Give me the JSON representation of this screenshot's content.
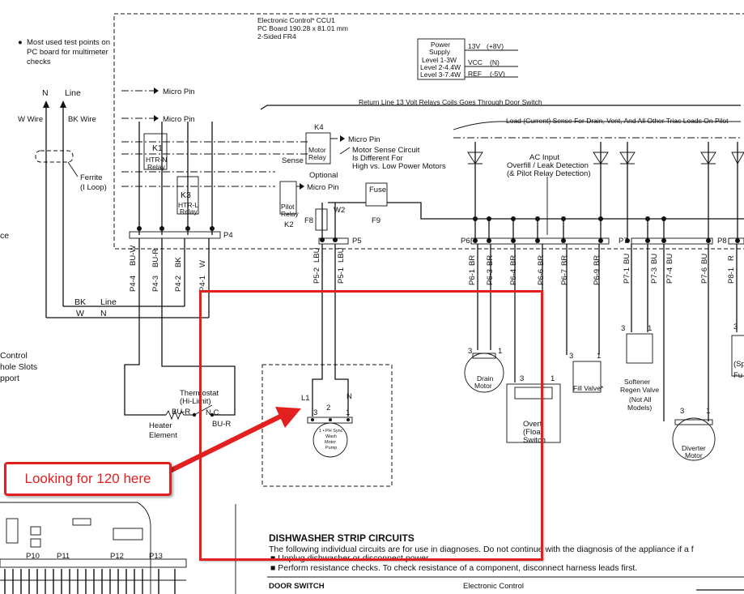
{
  "header_note": {
    "bullet": "●",
    "lines": [
      "Most used test points on",
      "PC board for multimeter",
      "checks"
    ]
  },
  "control_board": {
    "title_lines": [
      "Electronic Control* CCU1",
      "PC Board 190.28 x 81.01 mm",
      "2-Sided FR4"
    ],
    "power_supply": {
      "box_lines": [
        "Power",
        "Supply",
        "Level 1-3W",
        "Level 2-4.4W",
        "Level 3-7.4W"
      ],
      "rail_labels": [
        "13V",
        "VCC",
        "REF"
      ],
      "rail_values": [
        "(+8V)",
        "(N)",
        "(-5V)"
      ]
    },
    "return_line": "Return Line 13 Volt Relays Coils Goes Through Door Switch",
    "load_sense": "Load (Current) Sense For Drain, Vent, And All Other Triac Loads On Pilot",
    "ac_input_lines": [
      "AC Input",
      "Overfill / Leak Detection",
      "(& Pilot Relay Detection)"
    ],
    "micro_pin": "Micro Pin",
    "relays": {
      "k1": "K1",
      "k1_box": [
        "HTR-N",
        "Relay"
      ],
      "k3": "K3",
      "k3_box": [
        "HTR-L",
        "Relay"
      ],
      "k4": "K4",
      "k4_box": [
        "Motor",
        "Relay"
      ],
      "k2": "K2",
      "k2_box": [
        "Pilot",
        "Relay"
      ],
      "f8": "F8",
      "w2": "W2",
      "sense": "Sense",
      "optional": "Optional",
      "fuse": "Fuse",
      "f9": "F9"
    },
    "motor_sense_lines": [
      "Motor Sense Circuit",
      "Is Different For",
      "High vs. Low Power Motors"
    ],
    "connectors": [
      "P4",
      "P5",
      "P6",
      "P7",
      "P8"
    ]
  },
  "left_side": {
    "n": "N",
    "line": "Line",
    "w_wire": "W Wire",
    "bk_wire": "BK Wire",
    "ferrite": [
      "Ferrite",
      "(I Loop)"
    ],
    "cut_text": [
      "ce",
      "Control",
      "hole Slots",
      "pport"
    ],
    "bk": "BK",
    "line2": "Line",
    "w": "W",
    "n2": "N"
  },
  "pin_labels": {
    "p4": [
      "P4-4",
      "P4-3",
      "P4-2",
      "P4-1"
    ],
    "p4_colors": [
      "BU-W",
      "BU-R",
      "BK",
      "W"
    ],
    "p5": [
      "P5-2",
      "P5-1"
    ],
    "p5_colors": [
      "LBU",
      "LBU"
    ],
    "p6": [
      "P6-1",
      "P6-3",
      "P6-4",
      "P6-6",
      "P6-7",
      "P6-9"
    ],
    "p6_colors": [
      "BR",
      "BR",
      "BR",
      "BR",
      "BR",
      "BR"
    ],
    "p7": [
      "P7-1",
      "P7-3",
      "P7-4",
      "P7-6"
    ],
    "p7_colors": [
      "BU",
      "BU",
      "BU",
      "BU"
    ],
    "p8": [
      "P8-1"
    ],
    "p8_colors": [
      "R"
    ]
  },
  "components": {
    "thermostat": [
      "Thermostat",
      "(Hi-Limit)"
    ],
    "nc": "N.C.",
    "bur_left": "BU-R",
    "bur_right": "BU-R",
    "heater": [
      "Heater",
      "Element"
    ],
    "l1": "L1",
    "n": "N",
    "pump_pins": [
      "3",
      "2",
      "1"
    ],
    "pump": [
      "1 • PH Sync",
      "Wash",
      "Motor",
      "Pump"
    ],
    "drain_motor": [
      "Drain",
      "Motor"
    ],
    "overfill": [
      "Overfi",
      "(Float",
      "Switch"
    ],
    "fill_valve": "Fill Valve*",
    "softener": [
      "Softener",
      "Regen Valve",
      "(Not All",
      "Models)"
    ],
    "diverter": [
      "Diverter",
      "Motor"
    ],
    "cut_right": [
      "(Sp",
      "Fu"
    ],
    "pin_3": "3",
    "pin_1": "1"
  },
  "strip_circuits": {
    "title": "DISHWASHER STRIP CIRCUITS",
    "line1": "The following individual circuits are for use in diagnoses. Do not continue with the diagnosis of the appliance if a f",
    "bullet1": "■ Unplug dishwasher or disconnect power.",
    "bullet2": "■ Perform resistance checks. To check resistance of a component, disconnect harness leads first.",
    "col1": "DOOR SWITCH",
    "col2": "Electronic Control"
  },
  "mini_board": {
    "labels": [
      "P10",
      "P11",
      "P12",
      "P13"
    ]
  },
  "annotation": {
    "text": "Looking for 120 here",
    "color": "#e32020"
  },
  "colors": {
    "board_fill": "#ececec",
    "highlight": "#e32020"
  }
}
